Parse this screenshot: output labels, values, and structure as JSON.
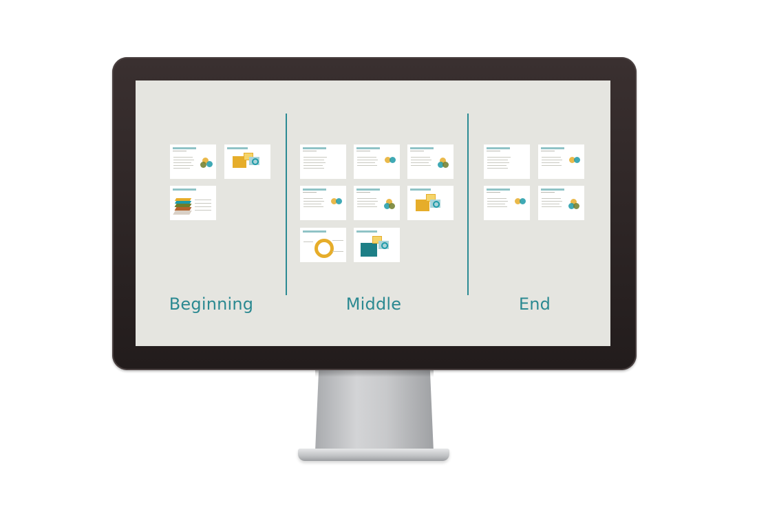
{
  "sections": {
    "beginning": "Beginning",
    "middle": "Middle",
    "end": "End"
  },
  "colors": {
    "screen": "#e5e5e0",
    "accent": "#2b8991",
    "yellow": "#e6ad2a",
    "teal": "#1d9aa8",
    "olive": "#6e7d2a"
  }
}
